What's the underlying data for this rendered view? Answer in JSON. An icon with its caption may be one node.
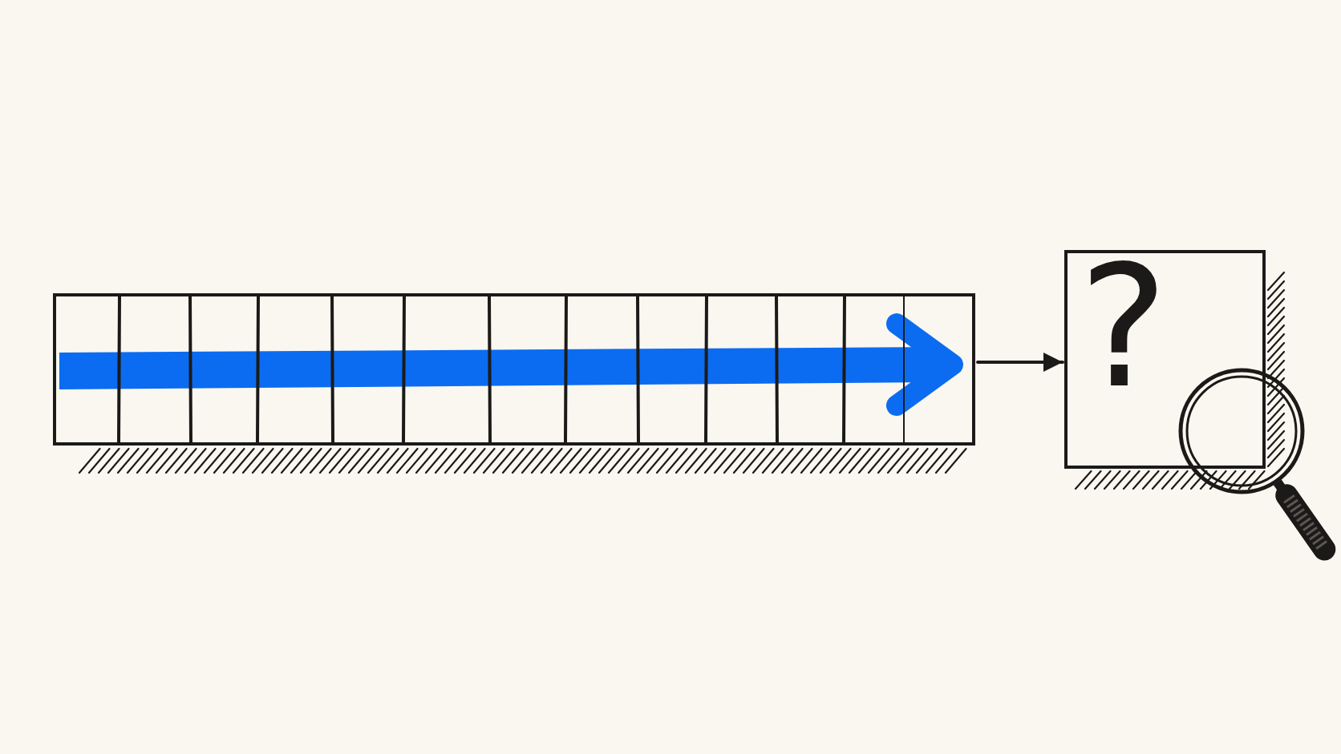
{
  "diagram": {
    "nodes": [
      {
        "text": [],
        "shape": "bar"
      },
      {
        "text": [
          "?"
        ]
      }
    ],
    "edges": [
      {
        "from": 0,
        "to": 1,
        "arrow": "to"
      }
    ]
  }
}
